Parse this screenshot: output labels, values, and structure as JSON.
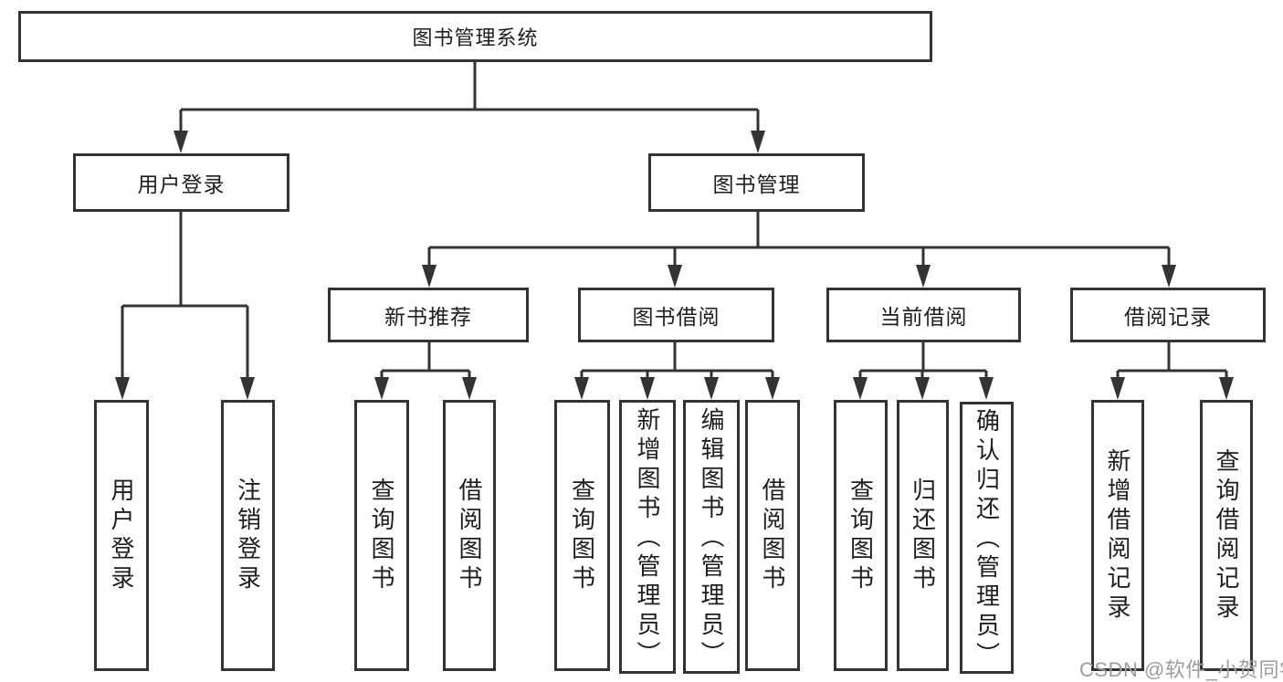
{
  "diagram": {
    "root": {
      "label": "图书管理系统"
    },
    "branches": [
      {
        "label": "用户登录",
        "children": [
          {
            "label": "用户登录"
          },
          {
            "label": "注销登录"
          }
        ]
      },
      {
        "label": "图书管理",
        "children": [
          {
            "label": "新书推荐",
            "children": [
              {
                "label": "查询图书"
              },
              {
                "label": "借阅图书"
              }
            ]
          },
          {
            "label": "图书借阅",
            "children": [
              {
                "label": "查询图书"
              },
              {
                "label": "新增图书（管理员）"
              },
              {
                "label": "编辑图书（管理员）"
              },
              {
                "label": "借阅图书"
              }
            ]
          },
          {
            "label": "当前借阅",
            "children": [
              {
                "label": "查询图书"
              },
              {
                "label": "归还图书"
              },
              {
                "label": "确认归还（管理员）"
              }
            ]
          },
          {
            "label": "借阅记录",
            "children": [
              {
                "label": "新增借阅记录"
              },
              {
                "label": "查询借阅记录"
              }
            ]
          }
        ]
      }
    ]
  },
  "watermark": {
    "text": "CSDN @软件_小贺同学"
  },
  "colors": {
    "line": "#333333",
    "box_border": "#333333",
    "text": "#1e1e1e",
    "watermark": "#9d9d9d",
    "background": "#ffffff"
  }
}
